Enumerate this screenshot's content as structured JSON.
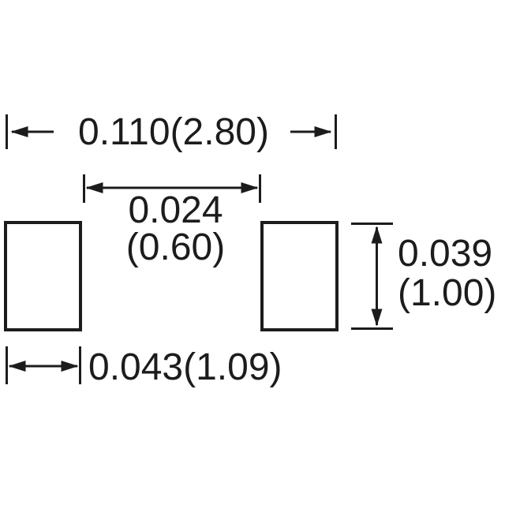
{
  "diagram": {
    "labels": {
      "overall_width": "0.110(2.80)",
      "gap_inches": "0.024",
      "gap_mm": "(0.60)",
      "pad_height_inches": "0.039",
      "pad_height_mm": "(1.00)",
      "pad_width": "0.043(1.09)"
    },
    "colors": {
      "line": "#1c1c1c",
      "background": "#ffffff"
    }
  }
}
